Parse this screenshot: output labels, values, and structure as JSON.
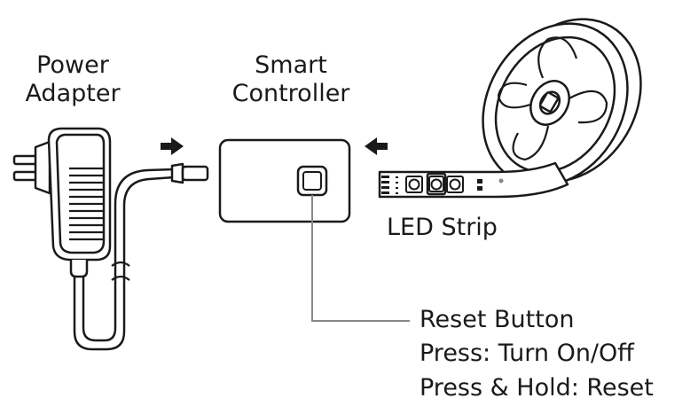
{
  "labels": {
    "power_adapter": [
      "Power",
      "Adapter"
    ],
    "smart_controller": [
      "Smart",
      "Controller"
    ],
    "led_strip": "LED Strip",
    "reset_button": "Reset Button",
    "press_instruction": "Press: Turn On/Off",
    "hold_instruction": "Press & Hold: Reset"
  },
  "colors": {
    "line": "#1a1a1a",
    "callout": "#888888",
    "background": "#ffffff"
  },
  "icons": {
    "power_arrow": "arrow-right-icon",
    "strip_arrow": "arrow-left-icon"
  }
}
